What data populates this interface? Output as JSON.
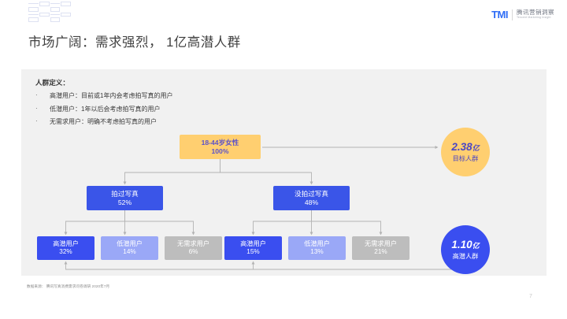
{
  "brand": {
    "logo_mark": "TMI",
    "logo_cn": "腾讯营销洞察",
    "logo_en": "Tencent Marketing Insight",
    "accent_blue": "#3a4ef0",
    "accent_yellow": "#ffcf70",
    "accent_purple": "#4a46c4",
    "accent_gray": "#bdbdbd"
  },
  "page_title": "市场广阔：需求强烈， 1亿高潜人群",
  "definition": {
    "heading": "人群定义：",
    "bullet": "·",
    "items": [
      "高潜用户：目前或1年内会考虑拍写真的用户",
      "低潜用户：1年以后会考虑拍写真的用户",
      "无需求用户：明确不考虑拍写真的用户"
    ]
  },
  "chart_data": {
    "type": "diagram-tree",
    "title": "市场广阔：需求强烈， 1亿高潜人群",
    "root": {
      "label": "18-44岁女性",
      "value": "100%"
    },
    "level2": [
      {
        "label": "拍过写真",
        "value": "52%"
      },
      {
        "label": "没拍过写真",
        "value": "48%"
      }
    ],
    "level3": [
      {
        "label": "高潜用户",
        "value": "32%",
        "parent": "拍过写真",
        "color": "#3a4ef0"
      },
      {
        "label": "低潜用户",
        "value": "14%",
        "parent": "拍过写真",
        "color": "#9aa8f7"
      },
      {
        "label": "无需求用户",
        "value": "6%",
        "parent": "拍过写真",
        "color": "#bdbdbd"
      },
      {
        "label": "高潜用户",
        "value": "15%",
        "parent": "没拍过写真",
        "color": "#3a4ef0"
      },
      {
        "label": "低潜用户",
        "value": "13%",
        "parent": "没拍过写真",
        "color": "#9aa8f7"
      },
      {
        "label": "无需求用户",
        "value": "21%",
        "parent": "没拍过写真",
        "color": "#bdbdbd"
      }
    ],
    "callouts": [
      {
        "number": "2.38",
        "unit": "亿",
        "label": "目标人群",
        "source": "18-44岁女性"
      },
      {
        "number": "1.10",
        "unit": "亿",
        "label": "高潜人群",
        "source": "高潜用户 32% + 15%"
      }
    ]
  },
  "callout_target": {
    "number": "2.38",
    "unit": "亿",
    "label": "目标人群"
  },
  "callout_potential": {
    "number": "1.10",
    "unit": "亿",
    "label": "高潜人群"
  },
  "footer": {
    "source": "数据来源： 腾讯写真消费需求问卷调研 2020年7月",
    "page_number": "7"
  }
}
